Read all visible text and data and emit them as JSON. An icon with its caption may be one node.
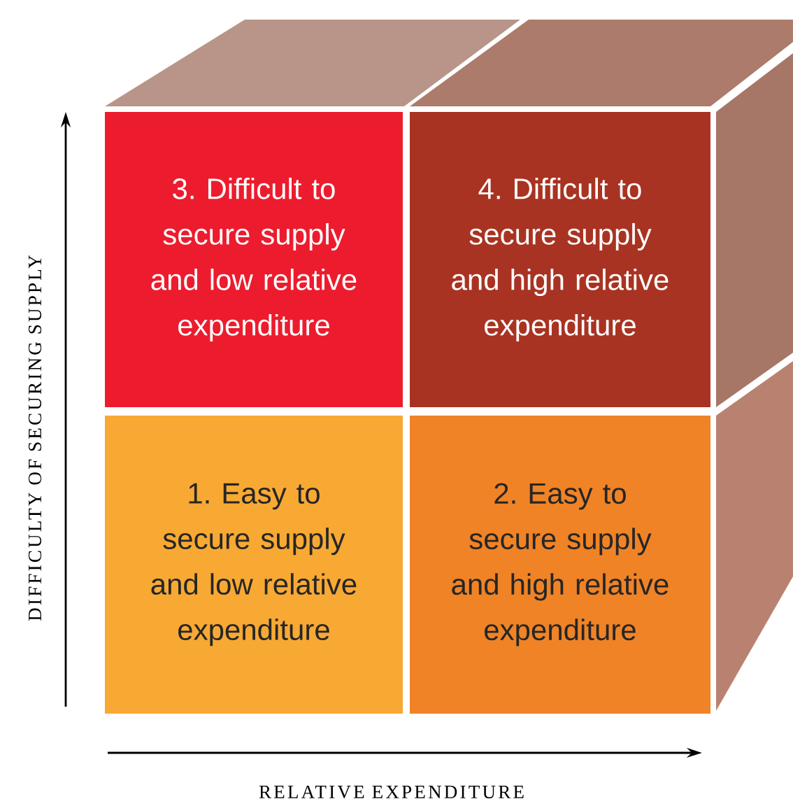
{
  "diagram": {
    "nodes": [
      {
        "text": [
          "3. Difficult to secure supply and low relative expenditure"
        ]
      },
      {
        "text": [
          "4. Difficult to secure supply and high relative expenditure"
        ]
      },
      {
        "text": [
          "1. Easy to secure supply and low relative expenditure"
        ]
      },
      {
        "text": [
          "2. Easy to secure supply and high relative expenditure"
        ]
      },
      {
        "text": [],
        "shape": "parallelogram"
      },
      {
        "text": [],
        "shape": "parallelogram"
      },
      {
        "text": [],
        "shape": "parallelogram"
      },
      {
        "text": [],
        "shape": "parallelogram"
      }
    ],
    "edges": [],
    "labels": [
      "DIFFICULTY OF SECURING SUPPLY",
      "RELATIVE EXPENDITURE"
    ]
  }
}
